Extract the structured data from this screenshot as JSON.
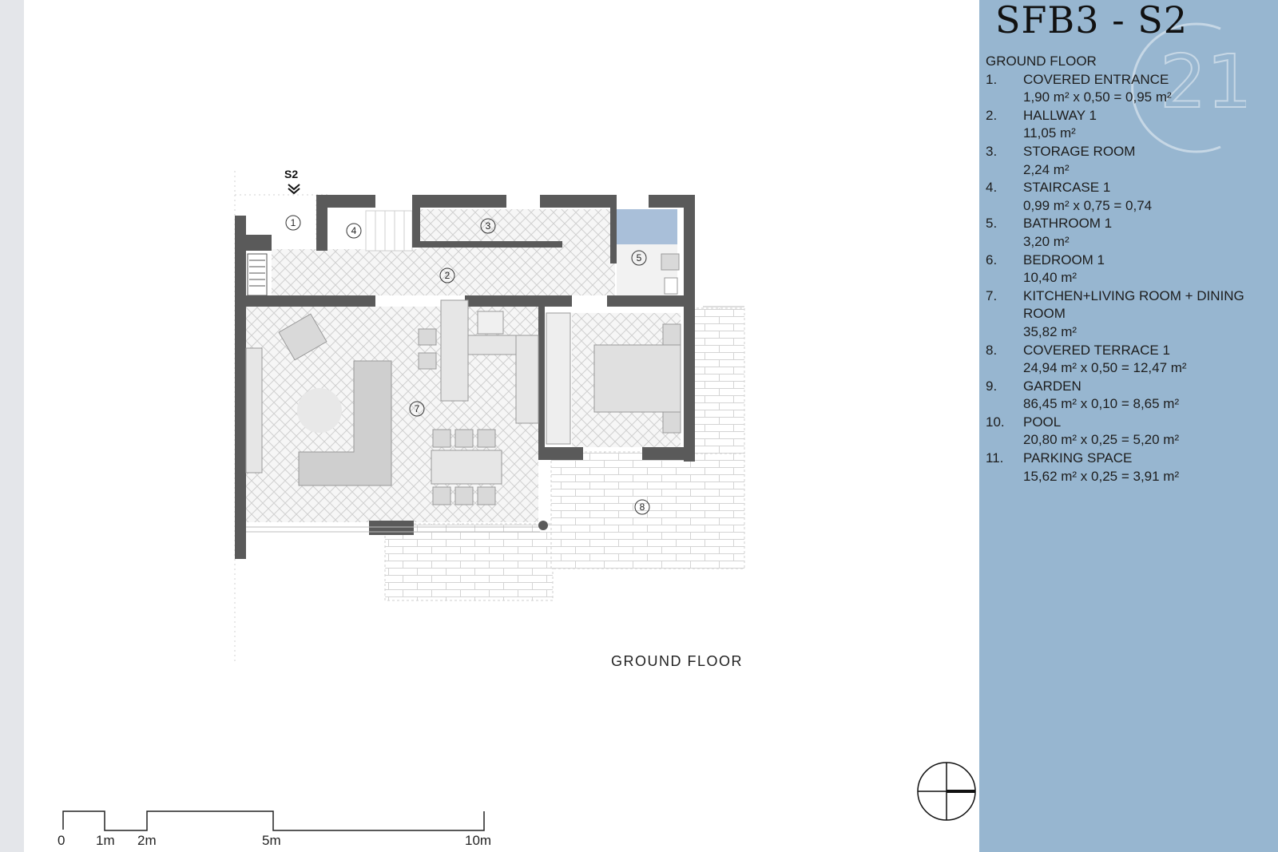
{
  "title": "SFB3 - S2",
  "section_mark": "S2",
  "drawing_caption": "GROUND FLOOR",
  "legend": {
    "heading": "GROUND FLOOR",
    "rooms": [
      {
        "num": "1.",
        "name": "COVERED ENTRANCE",
        "area": "1,90 m² x 0,50 = 0,95 m²"
      },
      {
        "num": "2.",
        "name": "HALLWAY 1",
        "area": "11,05 m²"
      },
      {
        "num": "3.",
        "name": "STORAGE ROOM",
        "area": "2,24 m²"
      },
      {
        "num": "4.",
        "name": "STAIRCASE 1",
        "area": "0,99 m² x 0,75 = 0,74"
      },
      {
        "num": "5.",
        "name": "BATHROOM 1",
        "area": "3,20 m²"
      },
      {
        "num": "6.",
        "name": "BEDROOM 1",
        "area": "10,40 m²"
      },
      {
        "num": "7.",
        "name": "KITCHEN+LIVING ROOM + DINING",
        "name_cont": "ROOM",
        "area": "35,82 m²"
      },
      {
        "num": "8.",
        "name": "COVERED TERRACE 1",
        "area": "24,94 m² x 0,50 = 12,47 m²"
      },
      {
        "num": "9.",
        "name": "GARDEN",
        "area": "86,45 m² x 0,10 = 8,65 m²"
      },
      {
        "num": "10.",
        "name": "POOL",
        "area": "20,80 m² x 0,25 = 5,20 m²"
      },
      {
        "num": "11.",
        "name": "PARKING SPACE",
        "area": "15,62 m² x 0,25 = 3,91 m²"
      }
    ]
  },
  "plan_markers": [
    "1",
    "2",
    "3",
    "4",
    "5",
    "7",
    "8"
  ],
  "scale_bar": {
    "ticks": [
      "0",
      "1m",
      "2m",
      "5m",
      "10m"
    ]
  },
  "colors": {
    "panel": "#97b6d0",
    "wall": "#5a5a5a",
    "bathroom": "#a9bfd9",
    "floor_hatch": "#c9c9c9"
  },
  "icons": {
    "north_arrow": "north-arrow-icon",
    "logo": "century21-logo-icon"
  }
}
